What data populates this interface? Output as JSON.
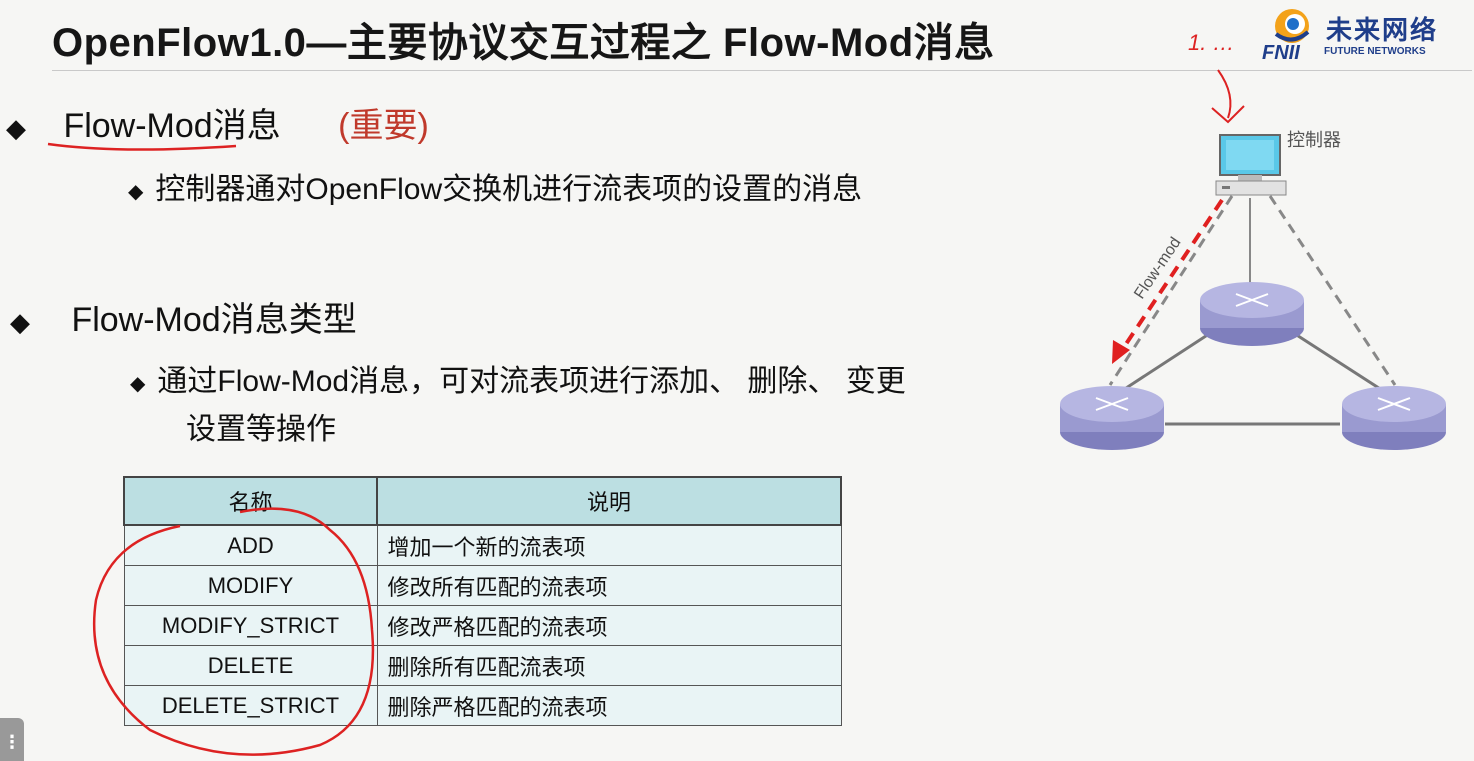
{
  "title": "OpenFlow1.0—主要协议交互过程之 Flow-Mod消息",
  "logo": {
    "cn": "未来网络",
    "fnii": "FNII",
    "en": "FUTURE NETWORKS"
  },
  "annotation": "1. …",
  "section1": {
    "heading": "Flow-Mod消息",
    "tag": "(重要)",
    "sub": "控制器通对OpenFlow交换机进行流表项的设置的消息"
  },
  "section2": {
    "heading": "Flow-Mod消息类型",
    "sub_line1": "通过Flow-Mod消息，可对流表项进行添加、 删除、 变更",
    "sub_line2": "设置等操作"
  },
  "table": {
    "headers": [
      "名称",
      "说明"
    ],
    "rows": [
      {
        "name": "ADD",
        "desc": "增加一个新的流表项"
      },
      {
        "name": "MODIFY",
        "desc": "修改所有匹配的流表项"
      },
      {
        "name": "MODIFY_STRICT",
        "desc": "修改严格匹配的流表项"
      },
      {
        "name": "DELETE",
        "desc": "删除所有匹配流表项"
      },
      {
        "name": "DELETE_STRICT",
        "desc": "删除严格匹配的流表项"
      }
    ]
  },
  "diagram": {
    "controller_label": "控制器",
    "arrow_label": "Flow-mod"
  },
  "colors": {
    "title": "#161616",
    "important": "#c0392b",
    "table_header": "#bcdfe2",
    "table_cell": "#e9f4f5",
    "pen": "#dd2222",
    "router": "#9a9ad0",
    "logo": "#1f3e8a"
  }
}
